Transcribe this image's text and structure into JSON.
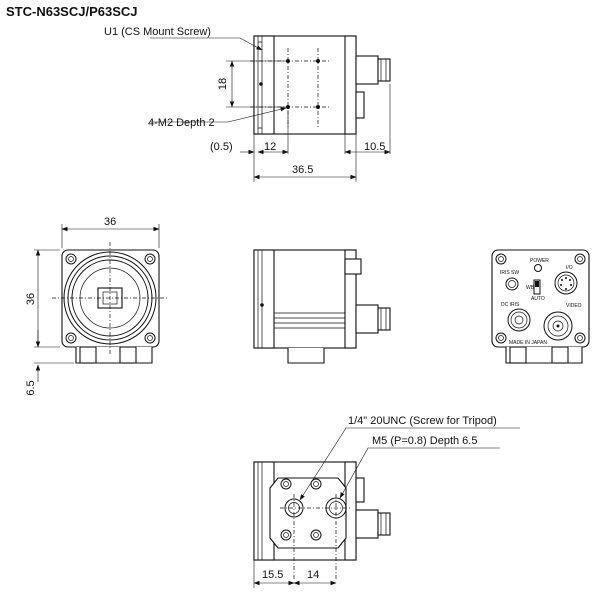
{
  "title": "STC-N63SCJ/P63SCJ",
  "top_view": {
    "callout_cs_mount": "U1 (CS Mount Screw)",
    "callout_m2": "4-M2 Depth 2",
    "dim_18": "18",
    "dim_0_5": "(0.5)",
    "dim_12": "12",
    "dim_10_5": "10.5",
    "dim_36_5": "36.5"
  },
  "front_view": {
    "dim_width": "36",
    "dim_height": "36",
    "dim_6_5": "6.5"
  },
  "rear_view": {
    "label_power": "POWER",
    "label_iris": "IRIS",
    "label_sw": "SW",
    "label_io": "I/O",
    "label_wb": "WB",
    "label_auto": "AUTO",
    "label_dc_iris": "DC IRIS",
    "label_video": "VIDEO",
    "label_made_in": "MADE IN JAPAN"
  },
  "bottom_view": {
    "callout_tripod": "1/4\" 20UNC (Screw for Tripod)",
    "callout_m5": "M5 (P=0.8) Depth 6.5",
    "dim_15_5": "15.5",
    "dim_14": "14"
  }
}
